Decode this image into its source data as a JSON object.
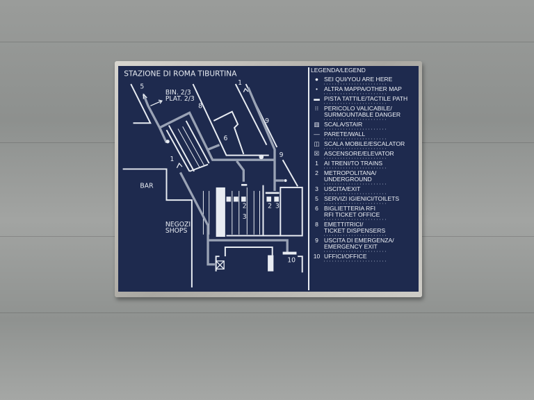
{
  "sign": {
    "title": "STAZIONE DI ROMA TIBURTINA",
    "map_labels": {
      "exit_5": "5",
      "platform": "BIN. 2/3",
      "platform_en": "PLAT. 2/3",
      "dispensers_8": "8",
      "ticket_6": "6",
      "trains_1_top": "1",
      "emergency_9_a": "9",
      "emergency_9_b": "9",
      "trains_1_left": "1",
      "bar": "BAR",
      "shops": "NEGOZI",
      "shops_en": "SHOPS",
      "underground_2a": "2",
      "exit_3a": "3",
      "underground_2b": "2",
      "exit_3b": "3",
      "office_10": "10"
    },
    "legend": {
      "title": "LEGENDA/LEGEND",
      "items": [
        {
          "key": "●",
          "label": "SEI QUI/YOU ARE HERE",
          "icon": "you-are-here-dot"
        },
        {
          "key": "•",
          "label": "ALTRA MAPPA/OTHER MAP",
          "icon": "other-map-dot"
        },
        {
          "key": "▬",
          "label": "PISTA TATTILE/TACTILE PATH",
          "icon": "tactile-path"
        },
        {
          "key": "⁝⁝",
          "label": "PERICOLO VALICABILE/\nSURMOUNTABLE DANGER",
          "icon": "danger"
        },
        {
          "key": "▥",
          "label": "SCALA/STAIR",
          "icon": "stair"
        },
        {
          "key": "—",
          "label": "PARETE/WALL",
          "icon": "wall"
        },
        {
          "key": "◫",
          "label": "SCALA MOBILE/ESCALATOR",
          "icon": "escalator"
        },
        {
          "key": "☒",
          "label": "ASCENSORE/ELEVATOR",
          "icon": "elevator"
        },
        {
          "key": "1",
          "label": "AI TRENI/TO TRAINS"
        },
        {
          "key": "2",
          "label": "METROPOLITANA/\nUNDERGROUND"
        },
        {
          "key": "3",
          "label": "USCITA/EXIT"
        },
        {
          "key": "5",
          "label": "SERVIZI IGIENICI/TOILETS"
        },
        {
          "key": "6",
          "label": "BIGLIETTERIA RFI\nRFI TICKET OFFICE"
        },
        {
          "key": "8",
          "label": "EMETTITRICI/\nTICKET DISPENSERS"
        },
        {
          "key": "9",
          "label": "USCITA DI EMERGENZA/\nEMERGENCY EXIT"
        },
        {
          "key": "10",
          "label": "UFFICI/OFFICE"
        }
      ]
    }
  }
}
